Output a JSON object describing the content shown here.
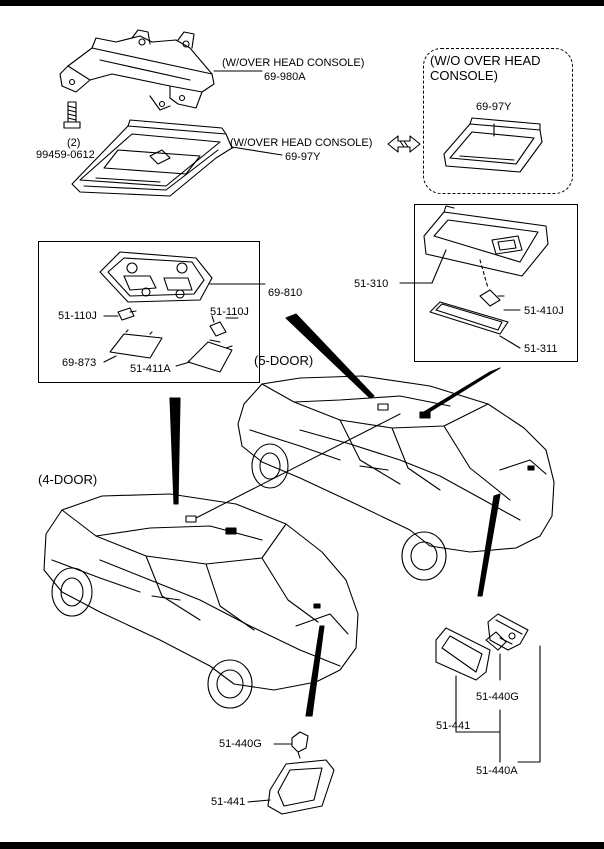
{
  "labels": {
    "bracket_note": "(W/OVER HEAD CONSOLE)",
    "bracket_part": "69-980A",
    "screw_qty": "(2)",
    "screw_part": "99459-0612",
    "console_note": "(W/OVER HEAD CONSOLE)",
    "console_part": "69-97Y",
    "wo_console_note_line1": "(W/O OVER HEAD",
    "wo_console_note_line2": "CONSOLE)",
    "wo_console_part": "69-97Y",
    "lamp_assy_part": "69-810",
    "bulb_left_part": "51-110J",
    "bulb_right_part": "51-110J",
    "lens_part": "69-873",
    "lens_cover_part": "51-411A",
    "visor_part": "51-310",
    "visor_bulb_part": "51-410J",
    "visor_lens_part": "51-311",
    "five_door_label": "(5-DOOR)",
    "four_door_label": "(4-DOOR)",
    "trunk_bulb_4door_part": "51-440G",
    "trunk_lens_4door_part": "51-441",
    "trunk_bulb_5door_part": "51-440G",
    "trunk_lens_5door_part": "51-441",
    "trunk_assy_5door_part": "51-440A"
  }
}
